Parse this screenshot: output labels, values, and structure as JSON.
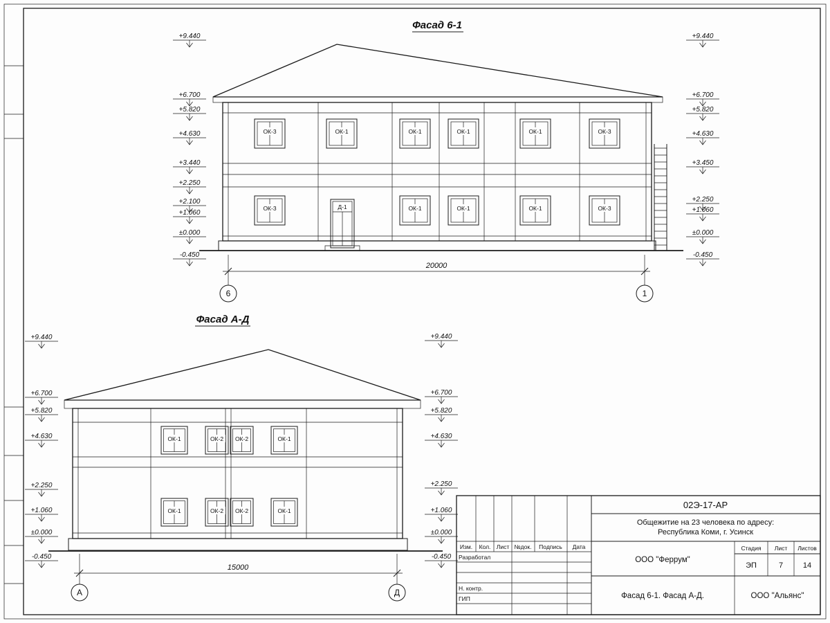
{
  "colors": {
    "ink": "#1a1a1a",
    "paper": "#fdfdfd"
  },
  "facade1": {
    "title": "Фасад 6-1",
    "elev_left": [
      "+9.440",
      "+6.700",
      "+5.820",
      "+4.630",
      "+3.440",
      "+2.250",
      "+2.100",
      "+1.060",
      "±0.000",
      "-0.450"
    ],
    "elev_right": [
      "+9.440",
      "+6.700",
      "+5.820",
      "+4.630",
      "+3.450",
      "+2.250",
      "+1.060",
      "±0.000",
      "-0.450"
    ],
    "win_top": [
      "ОК-3",
      "ОК-1",
      "ОК-1",
      "ОК-1",
      "ОК-1",
      "ОК-3"
    ],
    "win_bottom": [
      "ОК-3",
      "ОК-1",
      "ОК-1",
      "ОК-1",
      "ОК-3"
    ],
    "door": "Д-1",
    "dim": "20000",
    "axis_left": "6",
    "axis_right": "1"
  },
  "facade2": {
    "title": "Фасад А-Д",
    "elev_left": [
      "+9.440",
      "+6.700",
      "+5.820",
      "+4.630",
      "+2.250",
      "+1.060",
      "±0.000",
      "-0.450"
    ],
    "elev_right": [
      "+9.440",
      "+6.700",
      "+5.820",
      "+4.630",
      "+2.250",
      "+1.060",
      "±0.000",
      "-0.450"
    ],
    "win_top": [
      "ОК-1",
      "ОК-2",
      "ОК-2",
      "ОК-1"
    ],
    "win_bottom": [
      "ОК-1",
      "ОК-2",
      "ОК-2",
      "ОК-1"
    ],
    "dim": "15000",
    "axis_left": "А",
    "axis_right": "Д"
  },
  "titleblock": {
    "doc_code": "02Э-17-АР",
    "project_line1": "Общежитие на 23 человека по адресу:",
    "project_line2": "Республика Коми, г. Усинск",
    "cols": [
      "Изм.",
      "Кол.",
      "Лист",
      "№док.",
      "Подпись",
      "Дата"
    ],
    "role1": "Разработал",
    "role2": "Н. контр.",
    "role3": "ГИП",
    "org": "ООО \"Феррум\"",
    "stage_h": "Стадия",
    "sheet_h": "Лист",
    "sheets_h": "Листов",
    "stage": "ЭП",
    "sheet_no": "7",
    "sheets_total": "14",
    "drawing_title": "Фасад 6-1. Фасад  А-Д.",
    "org2": "ООО \"Альянс\""
  }
}
